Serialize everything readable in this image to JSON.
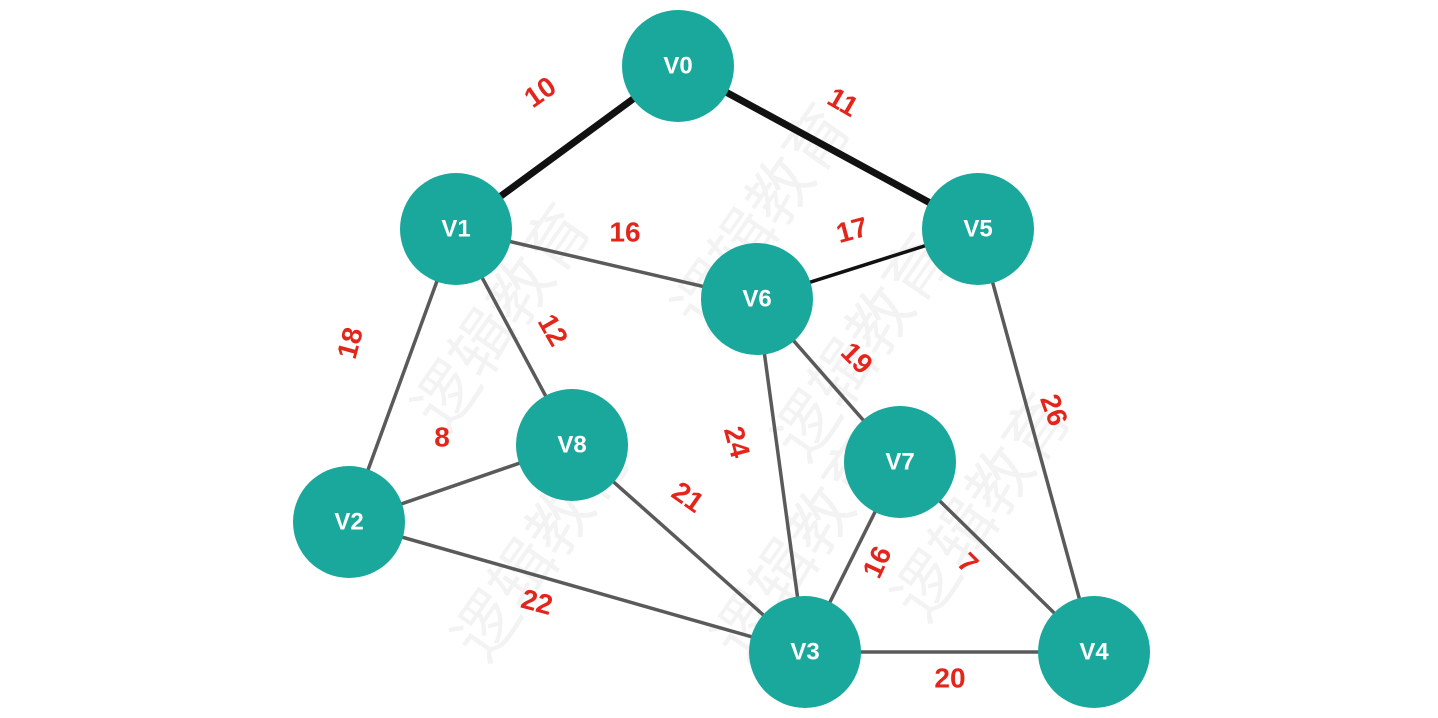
{
  "colors": {
    "node_fill": "#1aa89c",
    "edge": "#5a5a5a",
    "edge_highlight": "#111111",
    "weight_text": "#e3261c",
    "node_text": "#ffffff"
  },
  "watermark": {
    "text": "逻辑教育"
  },
  "nodes": [
    {
      "id": "V0",
      "label": "V0"
    },
    {
      "id": "V1",
      "label": "V1"
    },
    {
      "id": "V2",
      "label": "V2"
    },
    {
      "id": "V3",
      "label": "V3"
    },
    {
      "id": "V4",
      "label": "V4"
    },
    {
      "id": "V5",
      "label": "V5"
    },
    {
      "id": "V6",
      "label": "V6"
    },
    {
      "id": "V7",
      "label": "V7"
    },
    {
      "id": "V8",
      "label": "V8"
    }
  ],
  "edges": [
    {
      "from": "V0",
      "to": "V1",
      "weight": "10",
      "style": "highlight"
    },
    {
      "from": "V0",
      "to": "V5",
      "weight": "11",
      "style": "highlight"
    },
    {
      "from": "V1",
      "to": "V6",
      "weight": "16",
      "style": "normal"
    },
    {
      "from": "V6",
      "to": "V5",
      "weight": "17",
      "style": "highlight"
    },
    {
      "from": "V1",
      "to": "V2",
      "weight": "18",
      "style": "normal"
    },
    {
      "from": "V1",
      "to": "V8",
      "weight": "12",
      "style": "normal"
    },
    {
      "from": "V6",
      "to": "V7",
      "weight": "19",
      "style": "normal"
    },
    {
      "from": "V5",
      "to": "V4",
      "weight": "26",
      "style": "normal"
    },
    {
      "from": "V2",
      "to": "V8",
      "weight": "8",
      "style": "normal"
    },
    {
      "from": "V6",
      "to": "V3",
      "weight": "24",
      "style": "normal"
    },
    {
      "from": "V8",
      "to": "V3",
      "weight": "21",
      "style": "normal"
    },
    {
      "from": "V7",
      "to": "V3",
      "weight": "16",
      "style": "normal"
    },
    {
      "from": "V7",
      "to": "V4",
      "weight": "7",
      "style": "normal"
    },
    {
      "from": "V2",
      "to": "V3",
      "weight": "22",
      "style": "normal"
    },
    {
      "from": "V3",
      "to": "V4",
      "weight": "20",
      "style": "normal"
    }
  ]
}
